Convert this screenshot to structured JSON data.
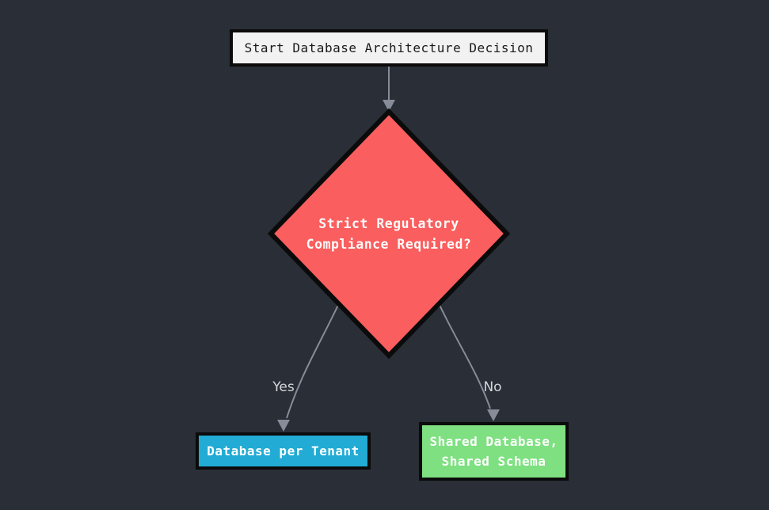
{
  "diagram": {
    "type": "flowchart",
    "direction": "top-down"
  },
  "colors": {
    "background": "#2a2e37",
    "edge": "#868c98",
    "edge_label_text": "#d3d6db",
    "node_border": "#0b0b0b",
    "start_bg": "#f2f2f2",
    "start_text": "#1a1a1a",
    "decision_bg": "#fa5e5e",
    "decision_text": "#fafafa",
    "yes_node_bg": "#21abd5",
    "no_node_bg": "#7ee081",
    "branch_node_text": "#ffffff"
  },
  "nodes": {
    "start": {
      "shape": "rectangle",
      "label": "Start Database Architecture Decision"
    },
    "decision": {
      "shape": "diamond",
      "lines": [
        "Strict Regulatory",
        "Compliance Required?"
      ]
    },
    "yes_result": {
      "shape": "rectangle",
      "label": "Database per Tenant"
    },
    "no_result": {
      "shape": "rectangle",
      "lines": [
        "Shared Database,",
        "Shared Schema"
      ]
    }
  },
  "edges": {
    "start_to_decision": {
      "from": "start",
      "to": "decision",
      "label": ""
    },
    "yes": {
      "from": "decision",
      "to": "yes_result",
      "label": "Yes"
    },
    "no": {
      "from": "decision",
      "to": "no_result",
      "label": "No"
    }
  }
}
